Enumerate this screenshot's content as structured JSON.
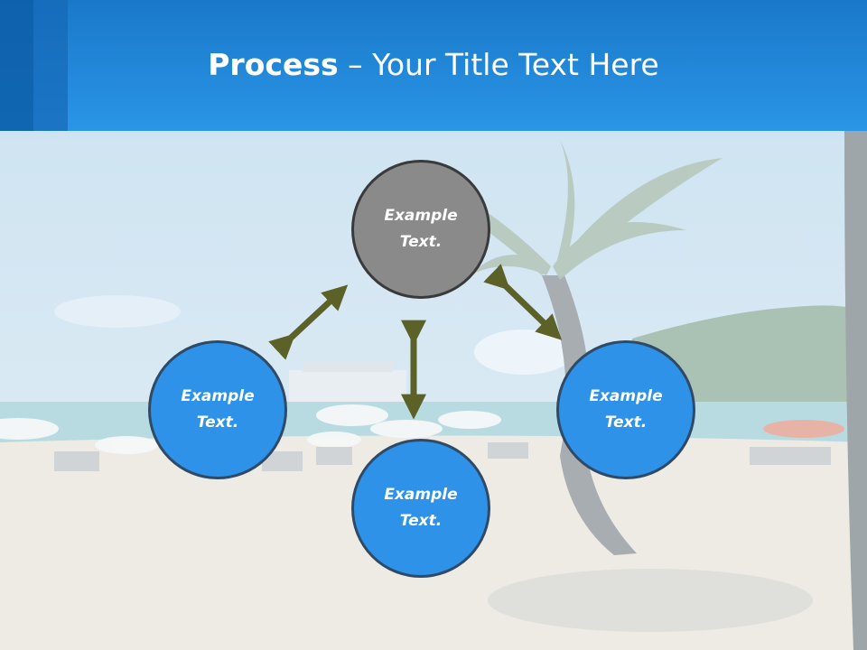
{
  "header": {
    "title_bold": "Process",
    "title_rest": " – Your Title Text Here"
  },
  "diagram": {
    "nodes": [
      {
        "id": "top",
        "label": "Example\nText.",
        "color": "#8a8a8a"
      },
      {
        "id": "left",
        "label": "Example\nText.",
        "color": "#2e92e8"
      },
      {
        "id": "bottom",
        "label": "Example\nText.",
        "color": "#2e92e8"
      },
      {
        "id": "right",
        "label": "Example\nText.",
        "color": "#2e92e8"
      }
    ],
    "arrow_color": "#5c6128"
  }
}
